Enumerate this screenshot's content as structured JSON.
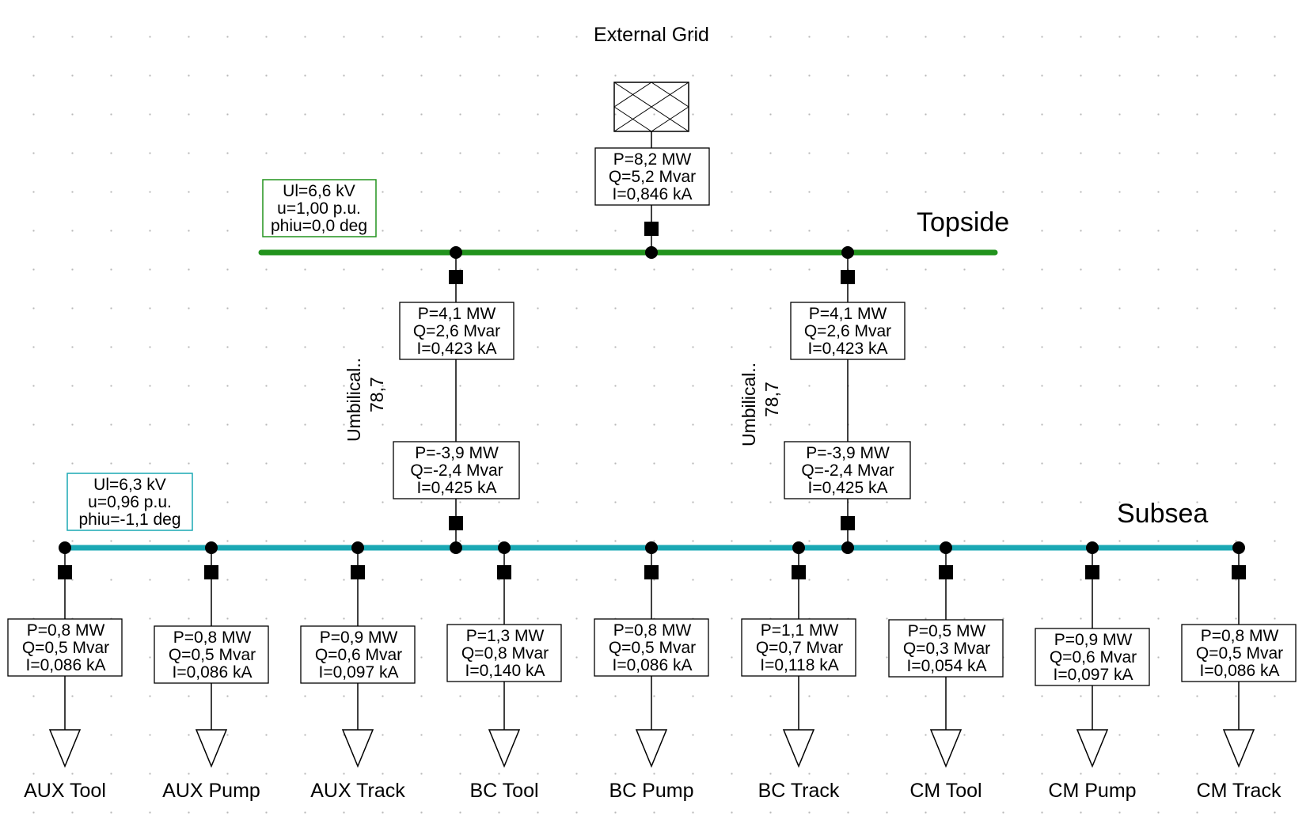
{
  "external_grid": {
    "label": "External Grid",
    "result": [
      "P=8,2 MW",
      "Q=5,2 Mvar",
      "I=0,846 kA"
    ]
  },
  "buses": {
    "topside": {
      "name": "Topside",
      "color": "#22931d",
      "result": [
        "Ul=6,6 kV",
        "u=1,00 p.u.",
        "phiu=0,0 deg"
      ]
    },
    "subsea": {
      "name": "Subsea",
      "color": "#1aa8b4",
      "result": [
        "Ul=6,3 kV",
        "u=0,96 p.u.",
        "phiu=-1,1 deg"
      ]
    }
  },
  "umbilicals": [
    {
      "name": "Umbilical..",
      "loading": "78,7",
      "top_result": [
        "P=4,1 MW",
        "Q=2,6 Mvar",
        "I=0,423 kA"
      ],
      "bottom_result": [
        "P=-3,9 MW",
        "Q=-2,4 Mvar",
        "I=0,425 kA"
      ]
    },
    {
      "name": "Umbilical..",
      "loading": "78,7",
      "top_result": [
        "P=4,1 MW",
        "Q=2,6 Mvar",
        "I=0,423 kA"
      ],
      "bottom_result": [
        "P=-3,9 MW",
        "Q=-2,4 Mvar",
        "I=0,425 kA"
      ]
    }
  ],
  "loads": [
    {
      "name": "AUX Tool",
      "result": [
        "P=0,8 MW",
        "Q=0,5 Mvar",
        "I=0,086 kA"
      ]
    },
    {
      "name": "AUX Pump",
      "result": [
        "P=0,8 MW",
        "Q=0,5 Mvar",
        "I=0,086 kA"
      ]
    },
    {
      "name": "AUX Track",
      "result": [
        "P=0,9 MW",
        "Q=0,6 Mvar",
        "I=0,097 kA"
      ]
    },
    {
      "name": "BC Tool",
      "result": [
        "P=1,3 MW",
        "Q=0,8 Mvar",
        "I=0,140 kA"
      ]
    },
    {
      "name": "BC Pump",
      "result": [
        "P=0,8 MW",
        "Q=0,5 Mvar",
        "I=0,086 kA"
      ]
    },
    {
      "name": "BC Track",
      "result": [
        "P=1,1 MW",
        "Q=0,7 Mvar",
        "I=0,118 kA"
      ]
    },
    {
      "name": "CM Tool",
      "result": [
        "P=0,5 MW",
        "Q=0,3 Mvar",
        "I=0,054 kA"
      ]
    },
    {
      "name": "CM Pump",
      "result": [
        "P=0,9 MW",
        "Q=0,6 Mvar",
        "I=0,097 kA"
      ]
    },
    {
      "name": "CM Track",
      "result": [
        "P=0,8 MW",
        "Q=0,5 Mvar",
        "I=0,086 kA"
      ]
    }
  ]
}
